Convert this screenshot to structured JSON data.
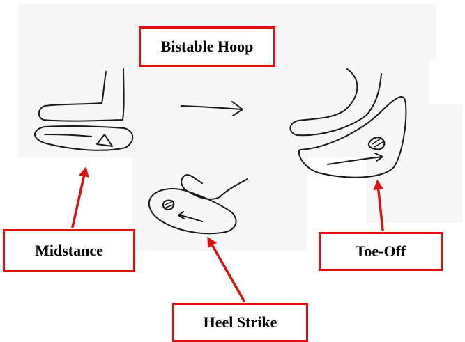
{
  "labels": {
    "title": "Bistable Hoop",
    "midstance": "Midstance",
    "heel_strike": "Heel Strike",
    "toe_off": "Toe-Off"
  },
  "colors": {
    "label_border": "#e01010",
    "arrow": "#e01010",
    "sketch_stroke": "#1a1a1a",
    "panel_background": "#f7f7f7"
  }
}
